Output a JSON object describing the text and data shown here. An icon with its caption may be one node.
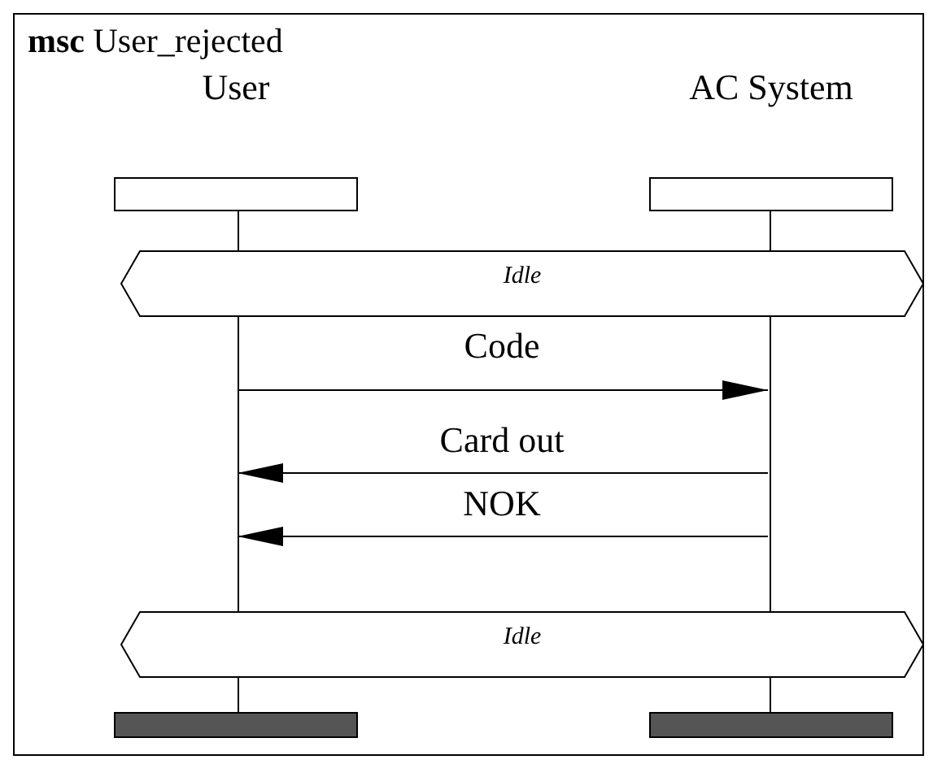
{
  "diagram": {
    "nodes": [
      {
        "text": [
          "**msc** User_rejected"
        ]
      },
      {
        "text": [
          "User"
        ],
        "in": 0
      },
      {
        "text": [
          "AC System"
        ],
        "in": 0
      },
      {
        "text": [],
        "shape": "line",
        "in": 0
      },
      {
        "text": [],
        "shape": "line",
        "in": 0
      },
      {
        "text": [
          "Idle"
        ],
        "in": 0
      },
      {
        "text": [
          "Idle"
        ],
        "in": 0
      },
      {
        "text": [],
        "shape": "bar",
        "in": 0
      },
      {
        "text": [],
        "shape": "bar",
        "in": 0
      }
    ],
    "edges": [
      {
        "from": 3,
        "to": 4,
        "arrow": "to",
        "label": "Code"
      },
      {
        "from": 4,
        "to": 3,
        "arrow": "to",
        "label": "Card out"
      },
      {
        "from": 4,
        "to": 3,
        "arrow": "to",
        "label": "NOK"
      }
    ]
  }
}
